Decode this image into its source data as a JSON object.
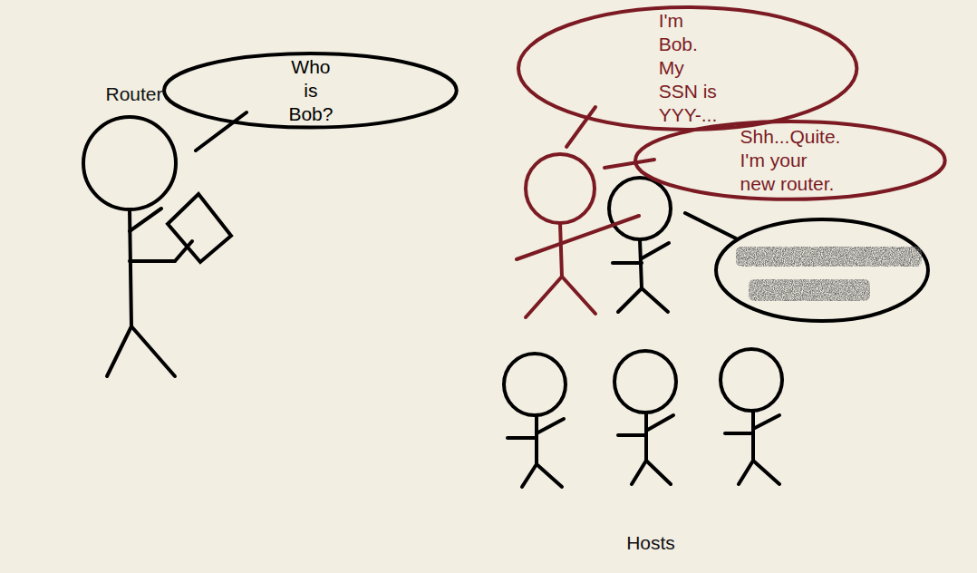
{
  "diagram": {
    "nodes": [
      {
        "text": [
          "Who is Bob?"
        ]
      },
      {
        "text": [
          "I'm Bob. My SSN is YYY-..."
        ]
      },
      {
        "text": [
          "Shh...Quite. I'm your new router."
        ]
      }
    ],
    "labels": [
      "Router",
      "Hosts"
    ]
  }
}
